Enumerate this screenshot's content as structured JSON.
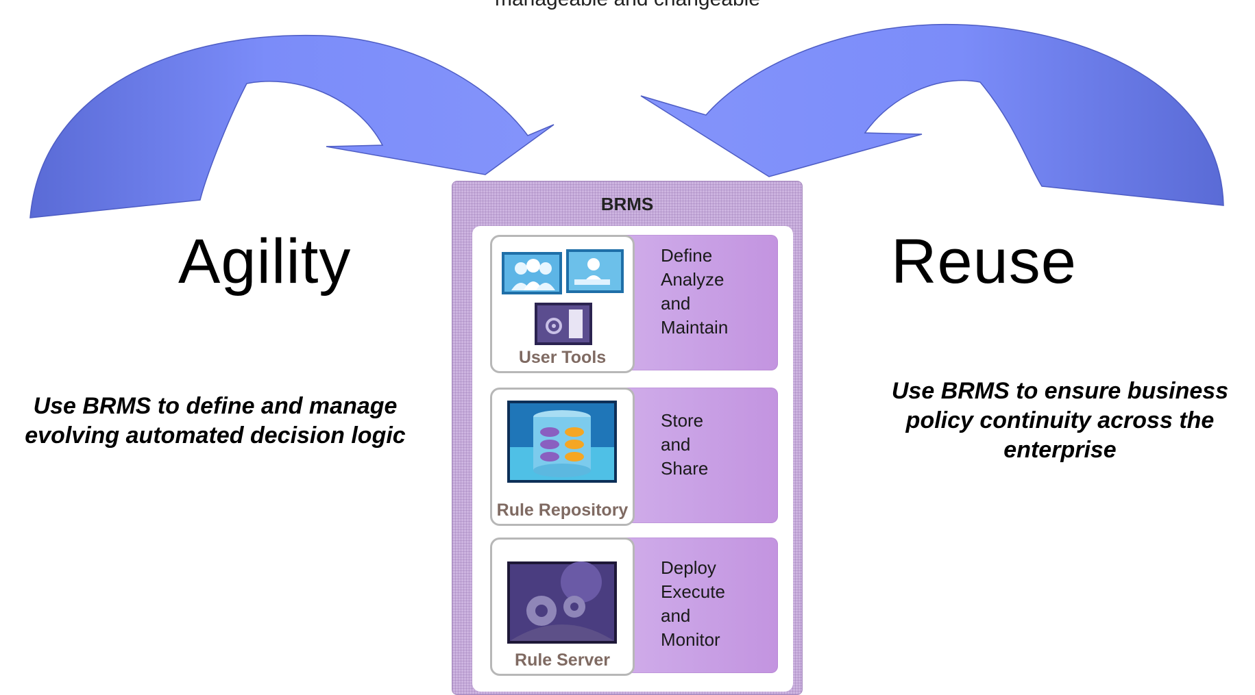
{
  "top_caption": "manageable and changeable",
  "left": {
    "title": "Agility",
    "description_lines": [
      "Use BRMS to define and manage",
      "evolving automated decision logic"
    ]
  },
  "right": {
    "title": "Reuse",
    "description_lines": [
      "Use BRMS to ensure business",
      "policy continuity across the",
      "enterprise"
    ]
  },
  "brms": {
    "title": "BRMS",
    "rows": [
      {
        "box_label": "User Tools",
        "icons": [
          "users-icon",
          "workstation-icon",
          "server-gear-icon"
        ],
        "text_lines": [
          "Define",
          "Analyze",
          "and",
          "Maintain"
        ]
      },
      {
        "box_label": "Rule Repository",
        "icons": [
          "database-icon"
        ],
        "text_lines": [
          "Store",
          "and",
          "Share"
        ]
      },
      {
        "box_label": "Rule Server",
        "icons": [
          "gears-icon"
        ],
        "text_lines": [
          "Deploy",
          "Execute",
          "and",
          "Monitor"
        ]
      }
    ]
  },
  "colors": {
    "arrow_light": "#7b8cf9",
    "arrow_dark": "#5a6bd6",
    "panel": "#cdb4e0",
    "row_fill": "#caa3e6",
    "box_label": "#7f6a62"
  }
}
